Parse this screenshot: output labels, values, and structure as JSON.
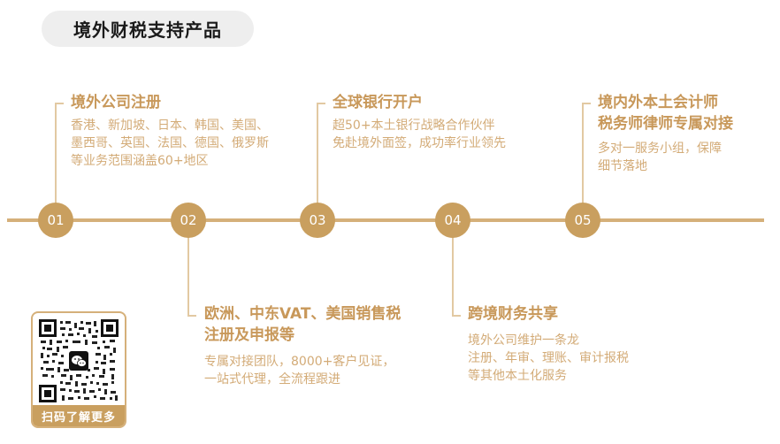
{
  "header": {
    "title": "境外财税支持产品"
  },
  "colors": {
    "gold": "#c99f5f",
    "line": "#d5b07a",
    "title_text": "#c8985a",
    "desc_text": "#d3ab77",
    "pill_bg": "#eeeeee"
  },
  "timeline": {
    "steps": [
      {
        "number": "01",
        "position": "top",
        "title_lines": [
          "境外公司注册"
        ],
        "desc_lines": [
          "香港、新加坡、日本、韩国、美国、",
          "墨西哥、英国、法国、德国、俄罗斯",
          "等业务范围涵盖60+地区"
        ]
      },
      {
        "number": "02",
        "position": "bottom",
        "title_lines": [
          "欧洲、中东VAT、美国销售税",
          "注册及申报等"
        ],
        "desc_lines": [
          "专属对接团队，8000+客户见证，",
          "一站式代理，全流程跟进"
        ]
      },
      {
        "number": "03",
        "position": "top",
        "title_lines": [
          "全球银行开户"
        ],
        "desc_lines": [
          "超50+本土银行战略合作伙伴",
          "免赴境外面签，成功率行业领先"
        ]
      },
      {
        "number": "04",
        "position": "bottom",
        "title_lines": [
          "跨境财务共享"
        ],
        "desc_lines": [
          "境外公司维护一条龙",
          "注册、年审、理账、审计报税",
          "等其他本土化服务"
        ]
      },
      {
        "number": "05",
        "position": "top",
        "title_lines": [
          "境内外本土会计师",
          "税务师律师专属对接"
        ],
        "desc_lines": [
          "多对一服务小组，保障",
          "细节落地"
        ]
      }
    ]
  },
  "qr": {
    "icon": "wechat-icon",
    "caption": "扫码了解更多"
  }
}
